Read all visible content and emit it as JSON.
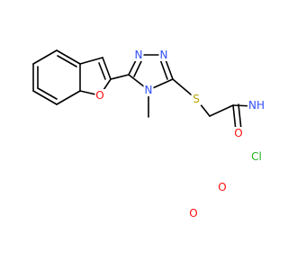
{
  "colors": {
    "background": "#ffffff",
    "bond": "#000000",
    "carbon": "#000000",
    "oxygen": "#ff0d0d",
    "nitrogen": "#3050f8",
    "sulfur": "#b8a000",
    "chlorine": "#1fb01f"
  },
  "atom_labels": {
    "furan_o": "O",
    "triazole_n1": "N",
    "triazole_n2": "N",
    "triazole_n4": "N",
    "thioether_s": "S",
    "amide_o": "O",
    "amide_nh": "NH",
    "chloro": "Cl",
    "ester_carbonyl_o": "O",
    "ester_ether_o": "O"
  }
}
